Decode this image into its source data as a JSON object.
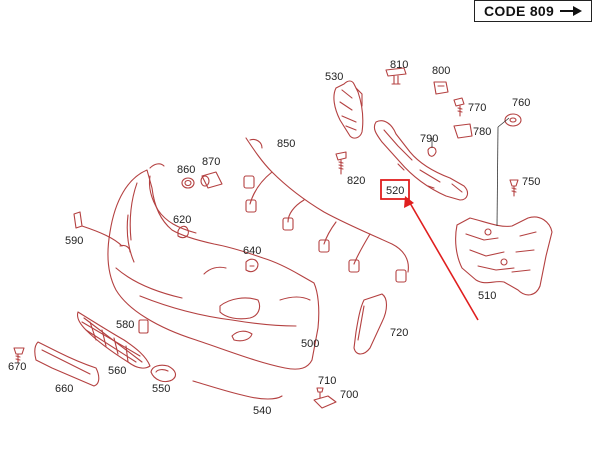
{
  "header": {
    "code_label": "CODE 809"
  },
  "colors": {
    "part_outline": "#b44141",
    "leader_line": "#333333",
    "highlight": "#e01f1f"
  },
  "highlighted_part": "520",
  "parts": [
    {
      "id": "p500",
      "number": "500",
      "icon": "front-bumper-cover"
    },
    {
      "id": "p510",
      "number": "510",
      "icon": "bumper-bracket"
    },
    {
      "id": "p520",
      "number": "520",
      "icon": "bumper-support-rail"
    },
    {
      "id": "p530",
      "number": "530",
      "icon": "side-mounting-bracket"
    },
    {
      "id": "p540",
      "number": "540",
      "icon": "trim-strip"
    },
    {
      "id": "p550",
      "number": "550",
      "icon": "fog-lamp-ring"
    },
    {
      "id": "p560",
      "number": "560",
      "icon": "grille-mesh"
    },
    {
      "id": "p580",
      "number": "580",
      "icon": "clip"
    },
    {
      "id": "p590",
      "number": "590",
      "icon": "clip"
    },
    {
      "id": "p620",
      "number": "620",
      "icon": "cap"
    },
    {
      "id": "p640",
      "number": "640",
      "icon": "bracket-clip"
    },
    {
      "id": "p660",
      "number": "660",
      "icon": "license-plate-holder"
    },
    {
      "id": "p670",
      "number": "670",
      "icon": "screw"
    },
    {
      "id": "p700",
      "number": "700",
      "icon": "cover-cap"
    },
    {
      "id": "p710",
      "number": "710",
      "icon": "screw"
    },
    {
      "id": "p720",
      "number": "720",
      "icon": "side-reflector"
    },
    {
      "id": "p750",
      "number": "750",
      "icon": "screw"
    },
    {
      "id": "p760",
      "number": "760",
      "icon": "washer"
    },
    {
      "id": "p770",
      "number": "770",
      "icon": "bolt"
    },
    {
      "id": "p780",
      "number": "780",
      "icon": "clip-nut"
    },
    {
      "id": "p790",
      "number": "790",
      "icon": "clip"
    },
    {
      "id": "p800",
      "number": "800",
      "icon": "nut"
    },
    {
      "id": "p810",
      "number": "810",
      "icon": "expansion-rivet"
    },
    {
      "id": "p820",
      "number": "820",
      "icon": "bolt"
    },
    {
      "id": "p850",
      "number": "850",
      "icon": "wiring-harness"
    },
    {
      "id": "p860",
      "number": "860",
      "icon": "sensor-ring"
    },
    {
      "id": "p870",
      "number": "870",
      "icon": "parking-sensor"
    }
  ]
}
